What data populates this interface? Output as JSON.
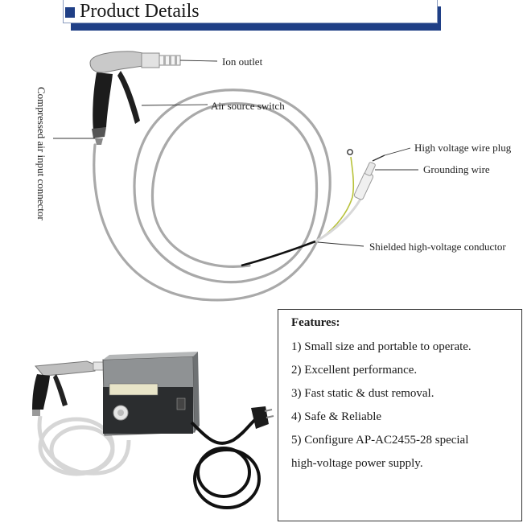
{
  "header": {
    "title": "Product Details"
  },
  "diagram_labels": {
    "ion_outlet": "Ion outlet",
    "air_source_switch": "Air source switch",
    "compressed_air_input": "Compressed air input connector",
    "high_voltage_wire_plug": "High voltage wire plug",
    "grounding_wire": "Grounding wire",
    "shielded_conductor": "Shielded high-voltage conductor"
  },
  "features": {
    "title": "Features:",
    "items": [
      "1) Small size and portable to operate.",
      "2) Excellent performance.",
      "3) Fast static & dust removal.",
      "4) Safe & Reliable",
      "5) Configure AP-AC2455-28 special",
      "high-voltage power supply."
    ]
  },
  "colors": {
    "header_accent": "#1f3f86",
    "hose": "#a8a8a8",
    "grip": "#1c1c1c"
  }
}
